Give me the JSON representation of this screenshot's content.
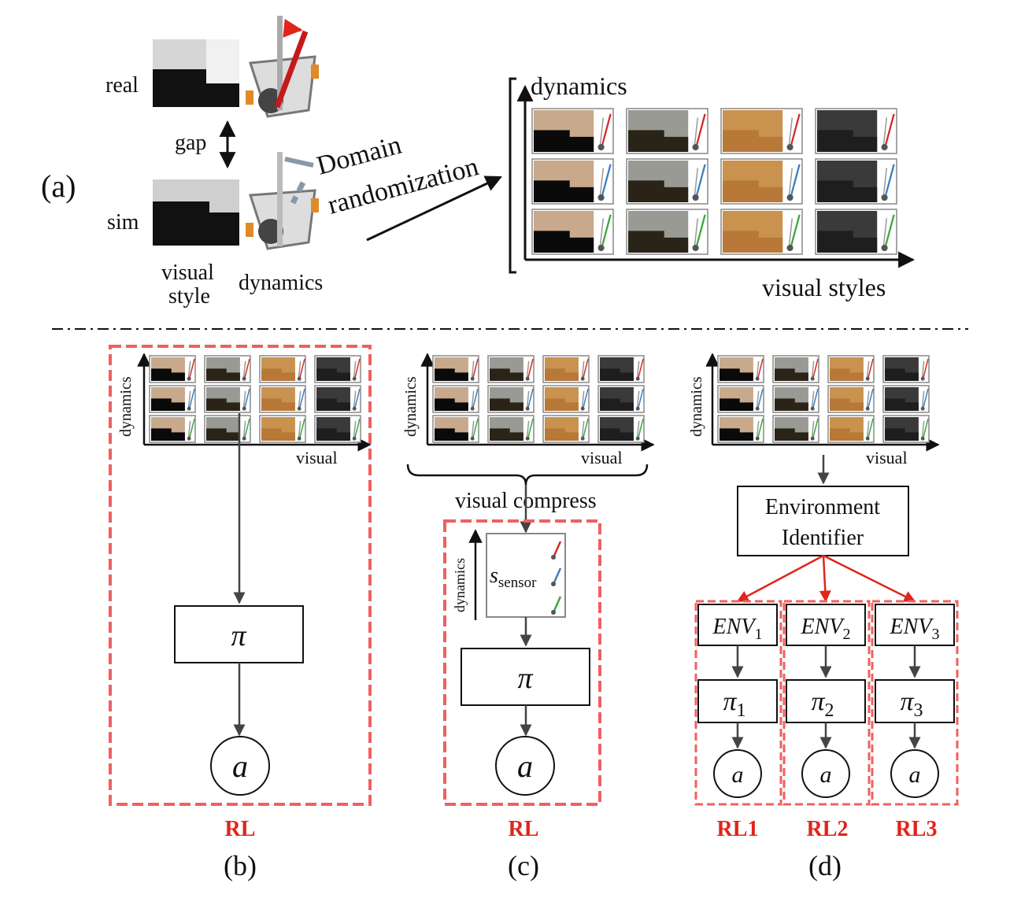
{
  "panel_a": {
    "label": "(a)",
    "row_real": "real",
    "row_sim": "sim",
    "gap": "gap",
    "col_visual_1": "visual",
    "col_visual_2": "style",
    "col_dynamics": "dynamics",
    "dr_line1": "Domain",
    "dr_line2": "randomization",
    "grid_ylabel": "dynamics",
    "grid_xlabel": "visual styles"
  },
  "panel_b": {
    "label": "(b)",
    "grid_ylabel": "dynamics",
    "grid_xlabel": "visual",
    "policy": "π",
    "action": "a",
    "rl": "RL"
  },
  "panel_c": {
    "label": "(c)",
    "grid_ylabel": "dynamics",
    "grid_xlabel": "visual",
    "compress": "visual compress",
    "sensor_ylabel": "dynamics",
    "sensor_base": "s",
    "sensor_sub": "sensor",
    "policy": "π",
    "action": "a",
    "rl": "RL"
  },
  "panel_d": {
    "label": "(d)",
    "grid_ylabel": "dynamics",
    "grid_xlabel": "visual",
    "identifier_1": "Environment",
    "identifier_2": "Identifier",
    "env_base": "ENV",
    "envs": [
      "1",
      "2",
      "3"
    ],
    "policy": "π",
    "action": "a",
    "rl": [
      "RL1",
      "RL2",
      "RL3"
    ]
  },
  "colors": {
    "dynamics": [
      "#d42a2a",
      "#3a7fc1",
      "#3aa83a"
    ],
    "styles": [
      "#c8a98b",
      "#9a9a95",
      "#c9924e",
      "#3a3a3a"
    ],
    "dashed": "#f06060",
    "arrow_red": "#e0251b"
  }
}
